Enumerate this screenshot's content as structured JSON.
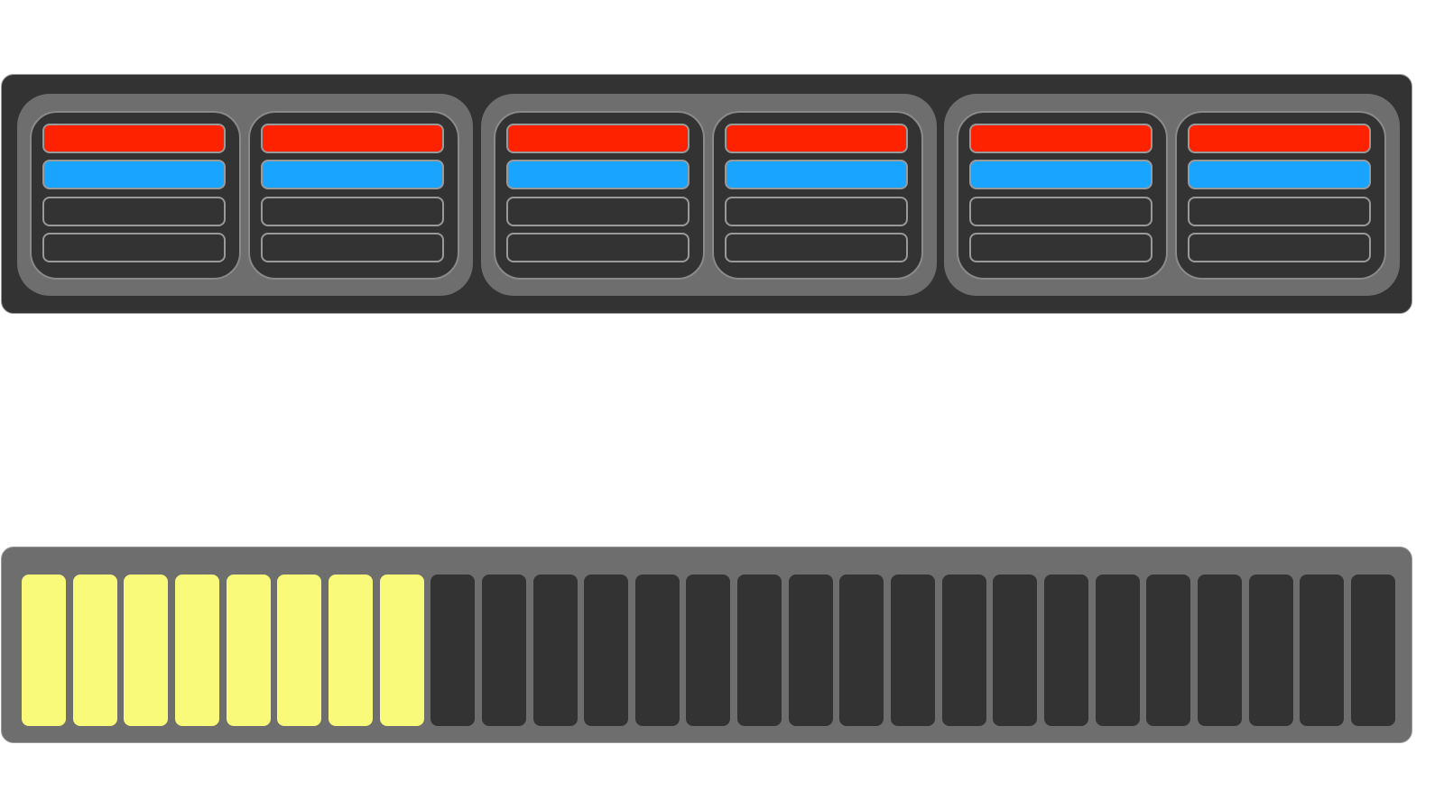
{
  "colors": {
    "red": "#ff2200",
    "blue": "#19a5ff",
    "off": "#333333",
    "yellow": "#fafa7a"
  },
  "top_panel": {
    "groups": [
      {
        "units": [
          {
            "cells": [
              "red",
              "blue",
              "off",
              "off"
            ]
          },
          {
            "cells": [
              "red",
              "blue",
              "off",
              "off"
            ]
          }
        ]
      },
      {
        "units": [
          {
            "cells": [
              "red",
              "blue",
              "off",
              "off"
            ]
          },
          {
            "cells": [
              "red",
              "blue",
              "off",
              "off"
            ]
          }
        ]
      },
      {
        "units": [
          {
            "cells": [
              "red",
              "blue",
              "off",
              "off"
            ]
          },
          {
            "cells": [
              "red",
              "blue",
              "off",
              "off"
            ]
          }
        ]
      }
    ]
  },
  "level_meter": {
    "segments_total": 27,
    "segments_lit": 8,
    "level_fraction": 0.296
  }
}
